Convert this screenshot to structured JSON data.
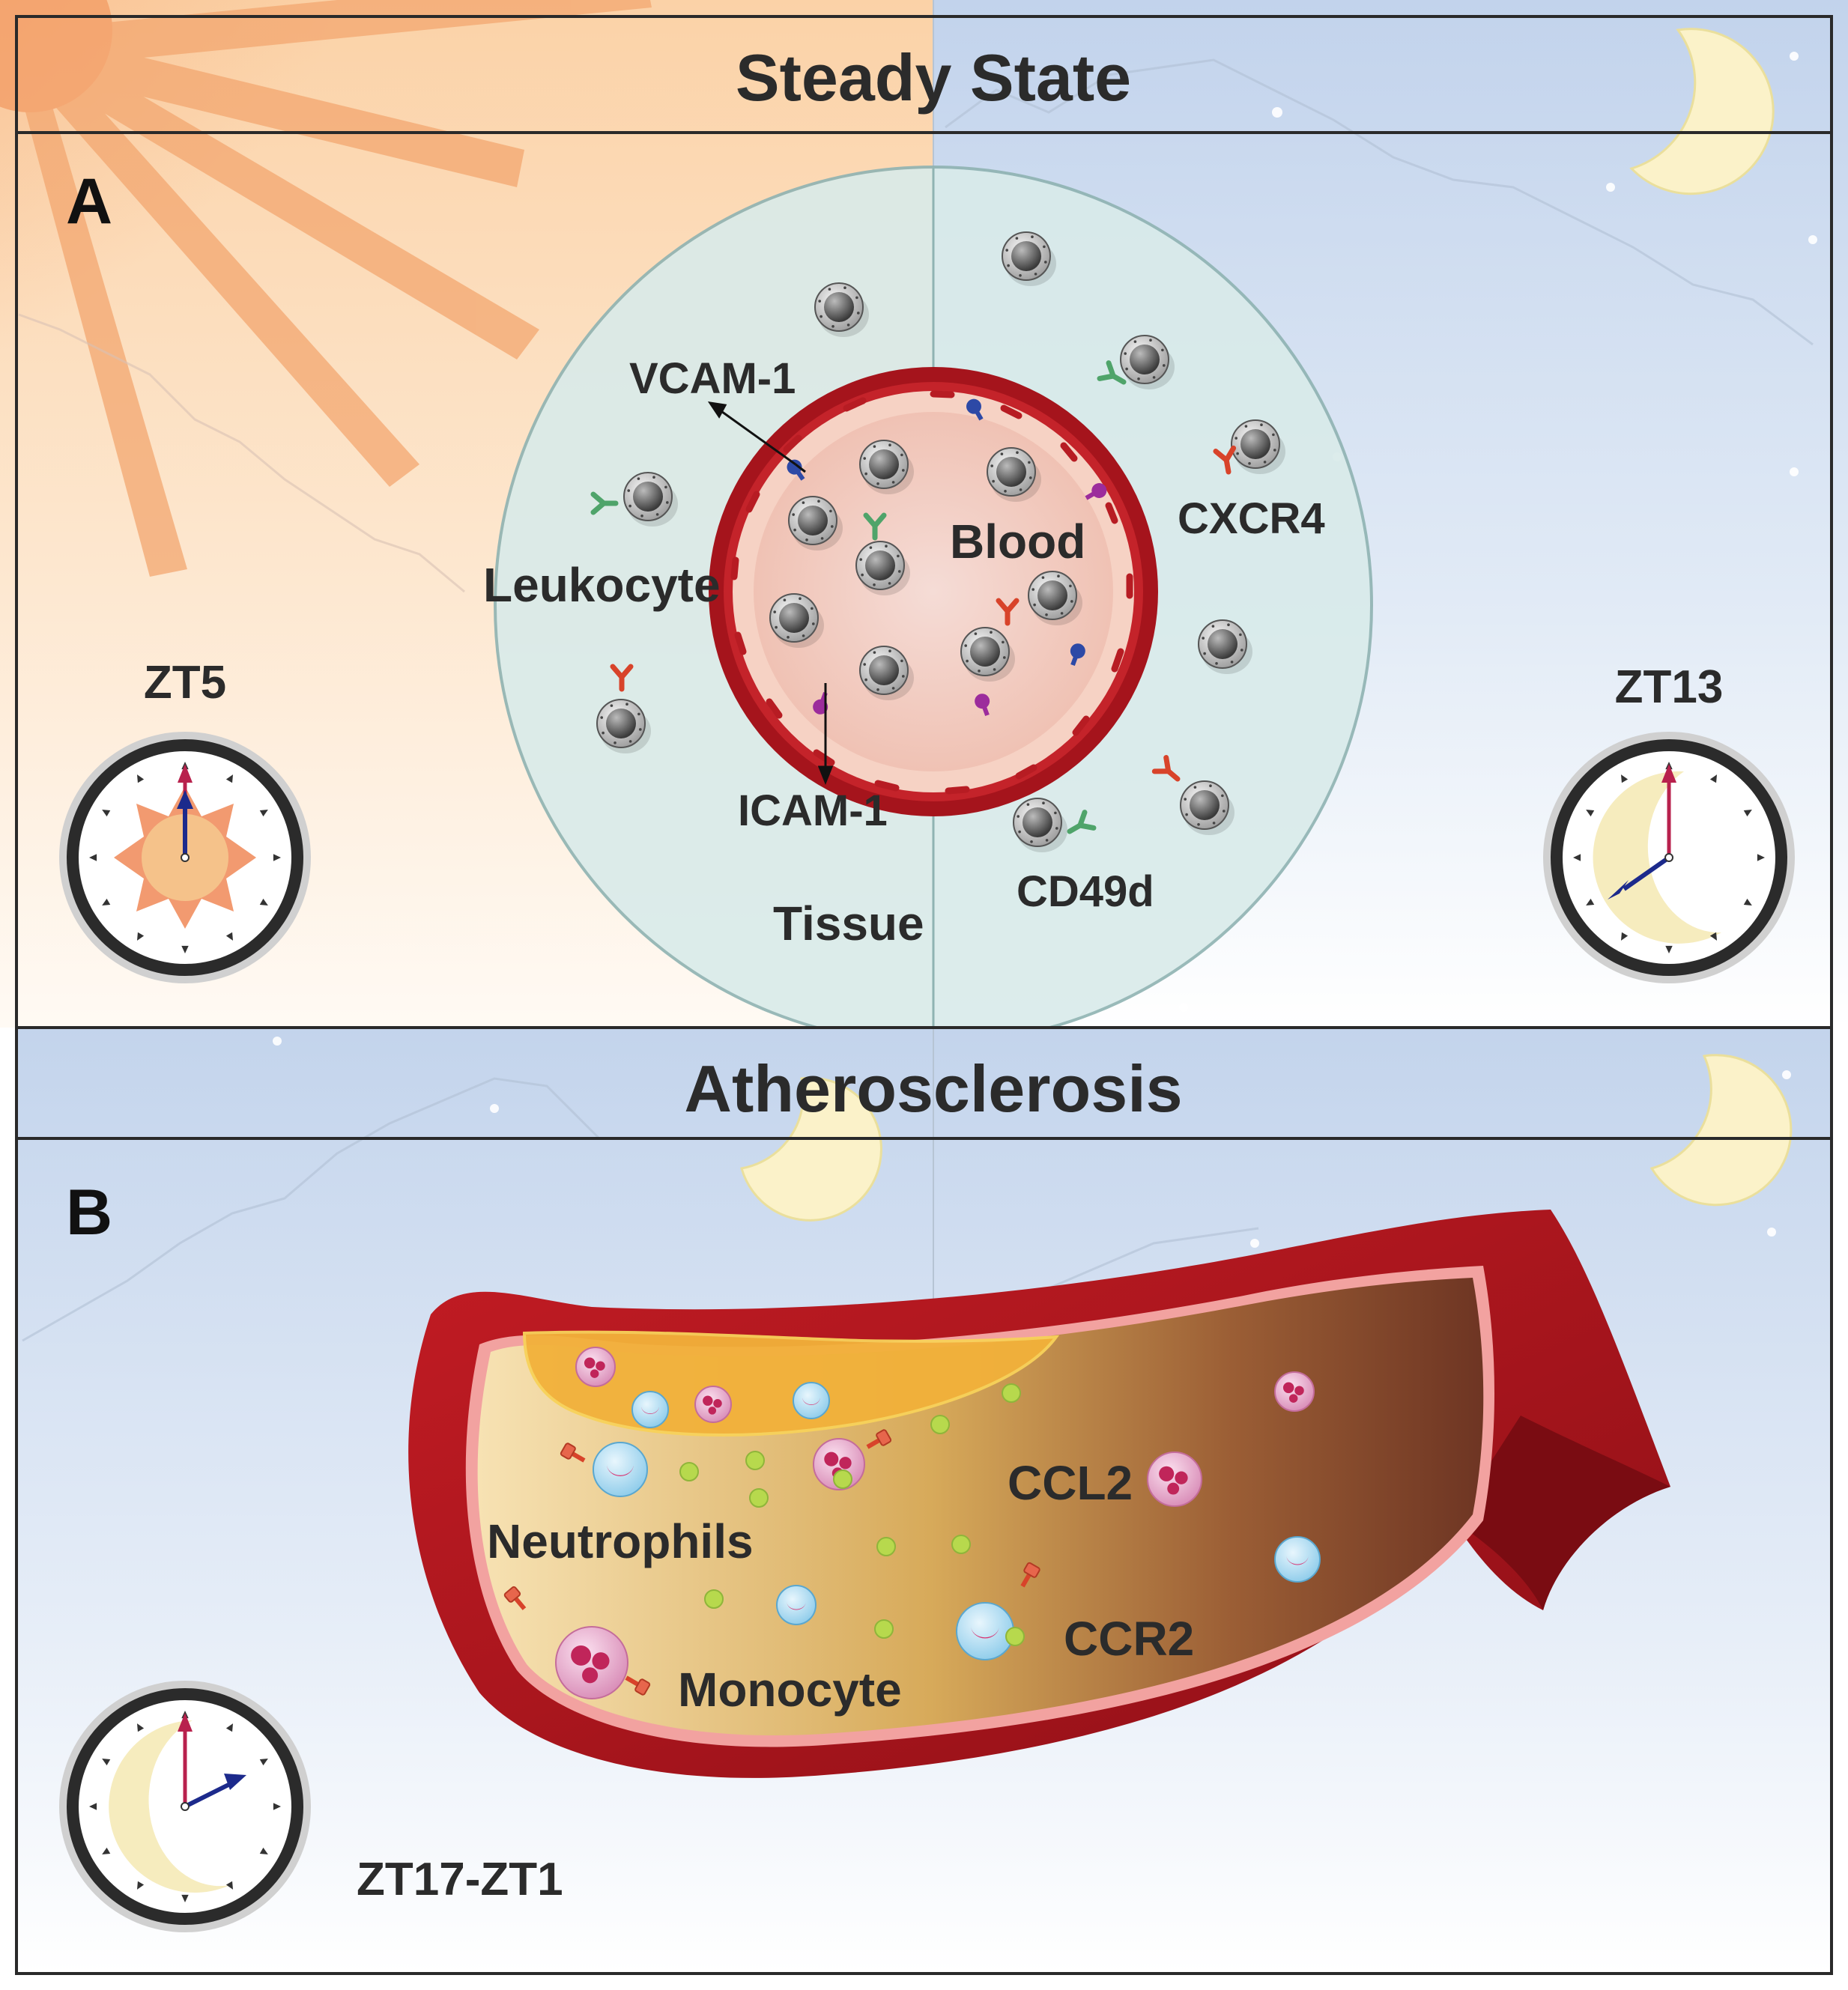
{
  "headers": {
    "steady_state": "Steady State",
    "atherosclerosis": "Atherosclerosis"
  },
  "panels": {
    "a": "A",
    "b": "B"
  },
  "panel_a": {
    "labels": {
      "vcam1": "VCAM-1",
      "icam1": "ICAM-1",
      "leukocyte": "Leukocyte",
      "blood": "Blood",
      "cxcr4": "CXCR4",
      "tissue": "Tissue",
      "cd49d": "CD49d"
    },
    "clocks": {
      "day": "ZT5",
      "night": "ZT13"
    }
  },
  "panel_b": {
    "labels": {
      "neutrophils": "Neutrophils",
      "monocyte": "Monocyte",
      "ccl2": "CCL2",
      "ccr2": "CCR2"
    },
    "clock": "ZT17-ZT1"
  },
  "colors": {
    "day_sky": "#fde4c8",
    "night_sky": "#cfdcf0",
    "vessel_wall": "#a5141c",
    "tissue_circle": "#d9ebea",
    "plaque": "#f2b13a",
    "lumen": "#c9a15a",
    "receptor_green": "#4fa46a",
    "receptor_red": "#d8432a",
    "vcam_blue": "#2d49a6",
    "icam_purple": "#9c2c9c",
    "neutrophil_pink": "#e9a6cc",
    "monocyte_blue": "#a9d7ef",
    "ccl2_green": "#b7d94d"
  },
  "icons": [
    "sun-icon",
    "moon-icon",
    "clock-icon",
    "leukocyte-icon",
    "neutrophil-icon",
    "monocyte-icon",
    "chemokine-dot-icon"
  ]
}
